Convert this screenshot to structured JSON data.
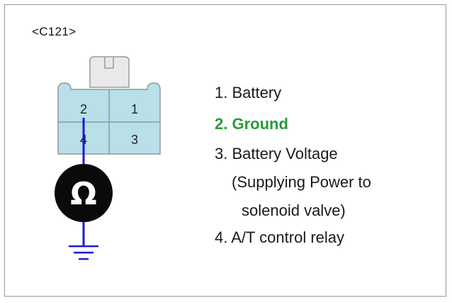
{
  "connector": {
    "id_label": "<C121>",
    "pins": [
      {
        "label": "2"
      },
      {
        "label": "1"
      },
      {
        "label": "4"
      },
      {
        "label": "3"
      }
    ]
  },
  "meter": {
    "symbol": "Ω"
  },
  "legend": {
    "items": [
      {
        "text": "1. Battery",
        "highlight": false
      },
      {
        "text": "2. Ground",
        "highlight": true
      },
      {
        "text": "3. Battery Voltage",
        "highlight": false
      },
      {
        "text": "(Supplying Power to",
        "highlight": false
      },
      {
        "text": "solenoid valve)",
        "highlight": false
      },
      {
        "text": "4. A/T control relay",
        "highlight": false
      }
    ]
  },
  "colors": {
    "connector_fill": "#b9dfe9",
    "probe_wire": "#1a1ad6",
    "highlight": "#2a9a3a"
  }
}
